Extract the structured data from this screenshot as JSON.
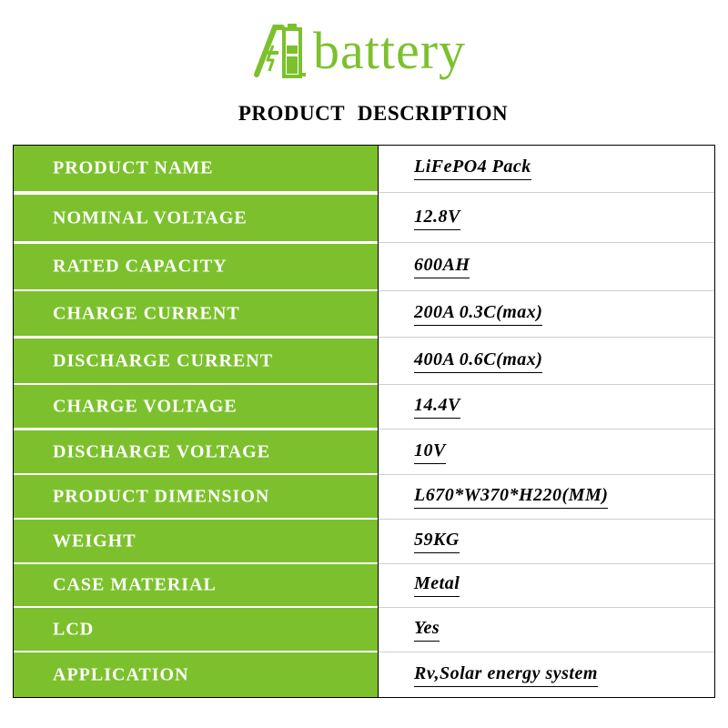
{
  "brand": {
    "logo_text": "battery",
    "colors": {
      "green": "#7cc12d",
      "text": "#000000",
      "white": "#ffffff"
    },
    "icon": "battery-lightning-icon"
  },
  "page": {
    "title": "PRODUCT  DESCRIPTION"
  },
  "specs": [
    {
      "label": "PRODUCT NAME",
      "value": "LiFePO4 Pack"
    },
    {
      "label": "NOMINAL VOLTAGE",
      "value": " 12.8V"
    },
    {
      "label": "RATED CAPACITY",
      "value": "600AH"
    },
    {
      "label": "CHARGE CURRENT",
      "value": "200A 0.3C(max)"
    },
    {
      "label": "DISCHARGE CURRENT",
      "value": "400A 0.6C(max)"
    },
    {
      "label": "CHARGE VOLTAGE",
      "value": "14.4V"
    },
    {
      "label": "DISCHARGE VOLTAGE",
      "value": "10V"
    },
    {
      "label": "PRODUCT DIMENSION",
      "value": "L670*W370*H220(MM)"
    },
    {
      "label": "WEIGHT",
      "value": "59KG"
    },
    {
      "label": "CASE MATERIAL",
      "value": "Metal"
    },
    {
      "label": "LCD",
      "value": "Yes"
    },
    {
      "label": "APPLICATION",
      "value": "Rv,Solar energy system"
    }
  ]
}
